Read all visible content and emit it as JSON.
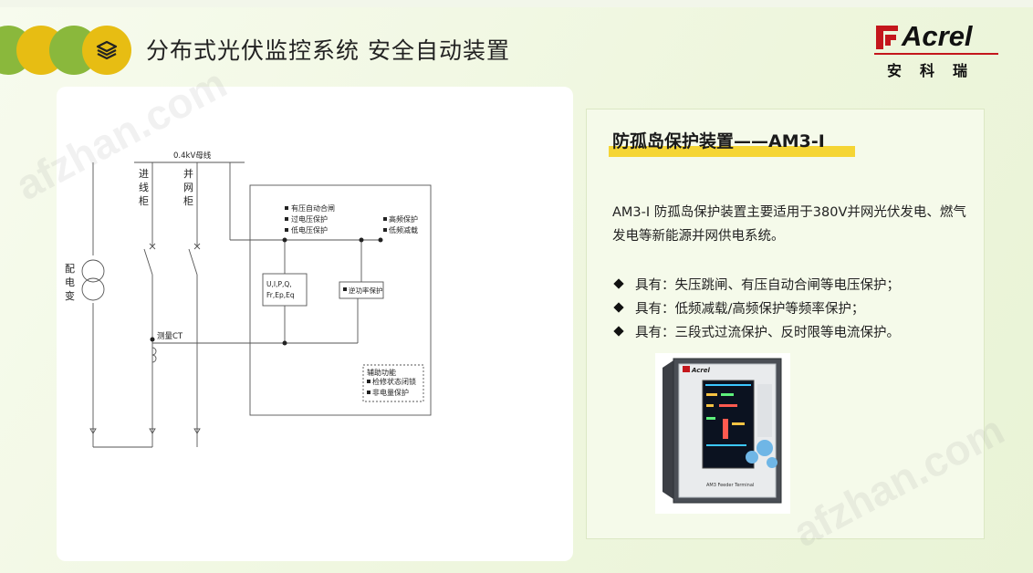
{
  "header": {
    "title": "分布式光伏监控系统  安全自动装置",
    "brand_name": "Acrel",
    "brand_cn": "安科瑞"
  },
  "diagram": {
    "bus_label": "0.4kV母线",
    "incoming_cabinet": [
      "进",
      "线",
      "柜"
    ],
    "grid_cabinet": [
      "并",
      "网",
      "柜"
    ],
    "transformer": [
      "配",
      "电",
      "变"
    ],
    "ct_label": "测量CT",
    "protections_left": [
      "有压自动合闸",
      "过电压保护",
      "低电压保护"
    ],
    "protections_right": [
      "高频保护",
      "低频减载"
    ],
    "measure_box": [
      "U,I,P,Q,",
      "Fr,Ep,Eq"
    ],
    "reverse_power": "逆功率保护",
    "aux_title": "辅助功能",
    "aux_items": [
      "检修状态闭锁",
      "非电量保护"
    ]
  },
  "product": {
    "title": "防孤岛保护装置——AM3-I",
    "description": "AM3-I 防孤岛保护装置主要适用于380V并网光伏发电、燃气发电等新能源并网供电系统。",
    "bullets": [
      "具有：失压跳闸、有压自动合闸等电压保护；",
      "具有：低频减载/高频保护等频率保护；",
      "具有：三段式过流保护、反时限等电流保护。"
    ],
    "device_brand": "Acrel",
    "device_caption": "AM3 Feeder Terminal"
  },
  "watermark": "afzhan.com",
  "colors": {
    "green": "#8ab83c",
    "yellow": "#e7bd13",
    "highlight": "#f5d534",
    "brand_red": "#c4161c"
  },
  "icons": {
    "header": "layers-icon",
    "bullet": "diamond-icon",
    "logo": "acrel-logo-icon"
  }
}
